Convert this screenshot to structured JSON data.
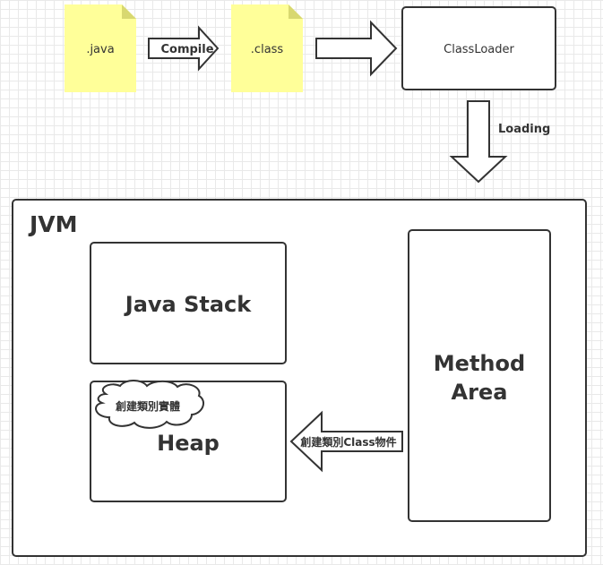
{
  "files": {
    "java": ".java",
    "class": ".class"
  },
  "arrows": {
    "compile": "Compile",
    "loading": "Loading",
    "create_class_object": "創建類別Class物件"
  },
  "classloader": "ClassLoader",
  "jvm": {
    "title": "JVM",
    "java_stack": "Java Stack",
    "heap": "Heap",
    "heap_note": "創建類別實體",
    "method_area_line1": "Method",
    "method_area_line2": "Area"
  },
  "colors": {
    "note_fill": "#ffff99",
    "note_fold": "#d8d870",
    "stroke": "#333333"
  }
}
